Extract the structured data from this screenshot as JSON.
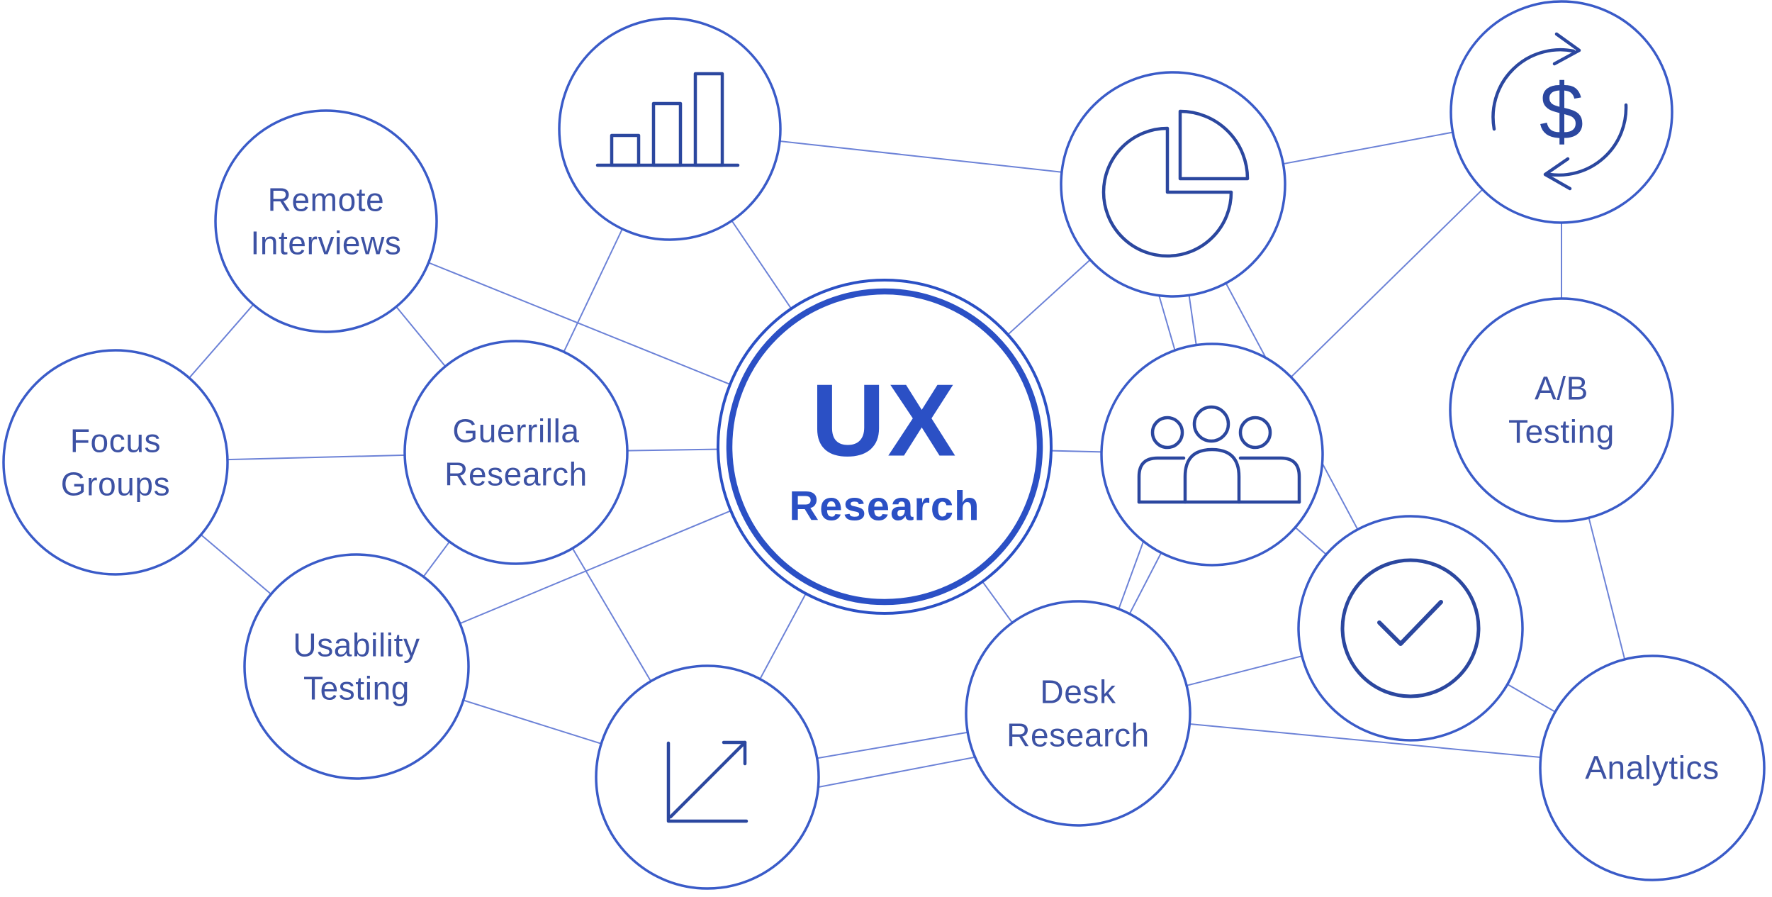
{
  "diagram": {
    "type": "mind-map",
    "center": {
      "line1": "UX",
      "line2": "Research"
    },
    "nodes": {
      "remote": {
        "line1": "Remote",
        "line2": "Interviews"
      },
      "focus": {
        "line1": "Focus",
        "line2": "Groups"
      },
      "guerrilla": {
        "line1": "Guerrilla",
        "line2": "Research"
      },
      "usability": {
        "line1": "Usability",
        "line2": "Testing"
      },
      "desk": {
        "line1": "Desk",
        "line2": "Research"
      },
      "ab": {
        "line1": "A/B",
        "line2": "Testing"
      },
      "analytics": {
        "line1": "Analytics",
        "line2": ""
      }
    },
    "icon_nodes": [
      {
        "id": "bar",
        "icon": "bar-chart-icon"
      },
      {
        "id": "pie",
        "icon": "pie-chart-icon"
      },
      {
        "id": "dollar",
        "icon": "money-cycle-icon"
      },
      {
        "id": "people",
        "icon": "people-group-icon"
      },
      {
        "id": "checkmark",
        "icon": "checkmark-icon"
      },
      {
        "id": "arrow",
        "icon": "growth-arrow-icon"
      }
    ],
    "icons": {
      "money_glyph": "$"
    },
    "colors": {
      "background": "#ffffff",
      "center_ring": "#2b50c5",
      "center_text": "#2b50c5",
      "node_ring": "#3a5bc8",
      "node_text": "#3d52a4",
      "icon_stroke": "#2b479f",
      "connector_line": "#6c82d7"
    },
    "connections": [
      [
        "focus",
        "remote"
      ],
      [
        "focus",
        "guerrilla"
      ],
      [
        "focus",
        "usability"
      ],
      [
        "remote",
        "guerrilla"
      ],
      [
        "remote",
        "ux"
      ],
      [
        "guerrilla",
        "ux"
      ],
      [
        "guerrilla",
        "bar"
      ],
      [
        "guerrilla",
        "usability"
      ],
      [
        "guerrilla",
        "arrow"
      ],
      [
        "bar",
        "pie"
      ],
      [
        "bar",
        "ux"
      ],
      [
        "usability",
        "arrow"
      ],
      [
        "usability",
        "ux"
      ],
      [
        "arrow",
        "ux"
      ],
      [
        "arrow",
        "desk"
      ],
      [
        "ux",
        "desk"
      ],
      [
        "ux",
        "pie"
      ],
      [
        "ux",
        "people"
      ],
      [
        "pie",
        "dollar"
      ],
      [
        "pie",
        "people"
      ],
      [
        "pie",
        "checkmark"
      ],
      [
        "dollar",
        "people"
      ],
      [
        "dollar",
        "ab"
      ],
      [
        "people",
        "checkmark"
      ],
      [
        "people",
        "desk"
      ],
      [
        "desk",
        "checkmark"
      ],
      [
        "desk",
        "analytics"
      ],
      [
        "checkmark",
        "analytics"
      ],
      [
        "ab",
        "analytics"
      ]
    ]
  }
}
